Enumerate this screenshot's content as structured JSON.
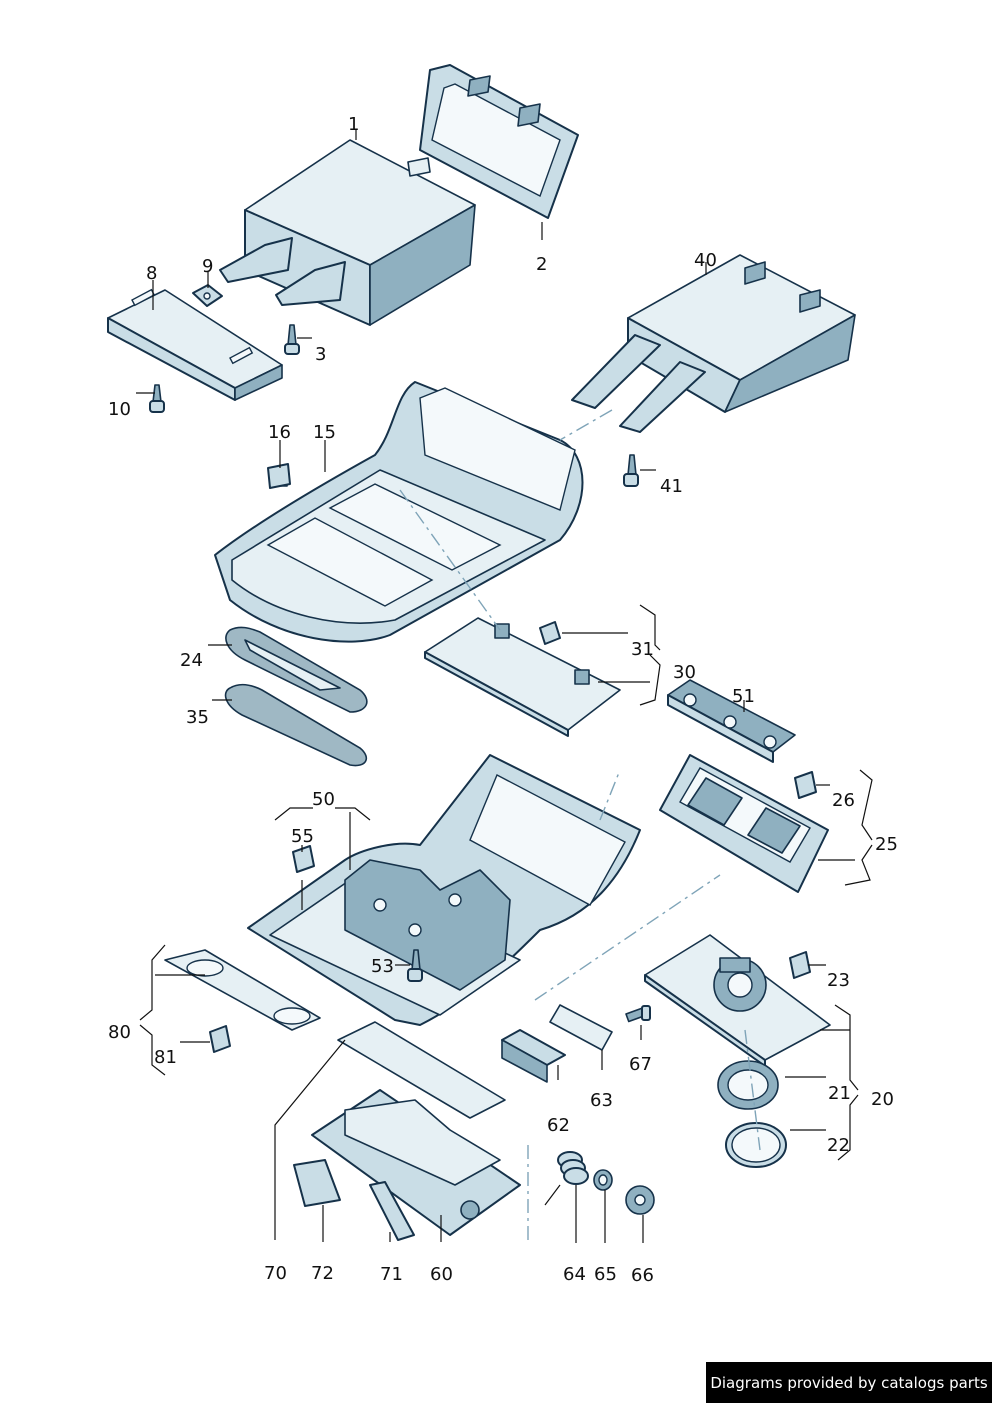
{
  "credit": "Diagrams provided by catalogs parts",
  "callouts": {
    "c1": "1",
    "c2": "2",
    "c3": "3",
    "c8": "8",
    "c9": "9",
    "c10": "10",
    "c15": "15",
    "c16": "16",
    "c20": "20",
    "c21": "21",
    "c22": "22",
    "c23": "23",
    "c24": "24",
    "c25": "25",
    "c26": "26",
    "c30": "30",
    "c31": "31",
    "c35": "35",
    "c40": "40",
    "c41": "41",
    "c50": "50",
    "c51": "51",
    "c53": "53",
    "c55": "55",
    "c60": "60",
    "c62": "62",
    "c63": "63",
    "c64": "64",
    "c65": "65",
    "c66": "66",
    "c67": "67",
    "c70": "70",
    "c71": "71",
    "c72": "72",
    "c80": "80",
    "c81": "81"
  }
}
